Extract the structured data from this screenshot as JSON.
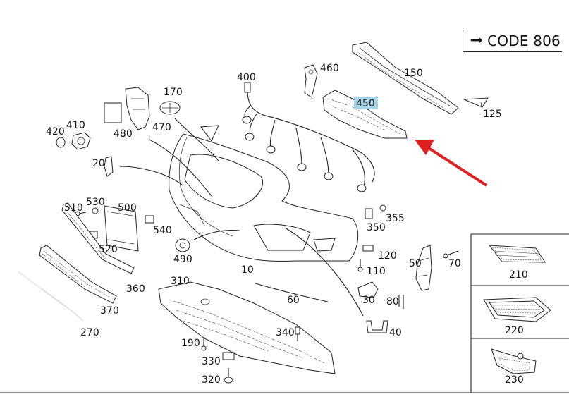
{
  "header": {
    "code_label": "CODE 806",
    "code_arrow_icon": "right-arrow-icon"
  },
  "highlight": {
    "color": "#a8d4e6",
    "arrow_color": "#e02020",
    "part": "450"
  },
  "labels": {
    "p10": "10",
    "p20": "20",
    "p30": "30",
    "p40": "40",
    "p50": "50",
    "p60": "60",
    "p70": "70",
    "p80": "80",
    "p110": "110",
    "p120": "120",
    "p125": "125",
    "p150": "150",
    "p170": "170",
    "p190": "190",
    "p210": "210",
    "p220": "220",
    "p230": "230",
    "p270": "270",
    "p310": "310",
    "p320": "320",
    "p330": "330",
    "p340": "340",
    "p350": "350",
    "p355": "355",
    "p360": "360",
    "p370": "370",
    "p400": "400",
    "p410": "410",
    "p420": "420",
    "p450": "450",
    "p460": "460",
    "p470": "470",
    "p480": "480",
    "p490": "490",
    "p500": "500",
    "p510": "510",
    "p520": "520",
    "p530": "530",
    "p540": "540"
  }
}
